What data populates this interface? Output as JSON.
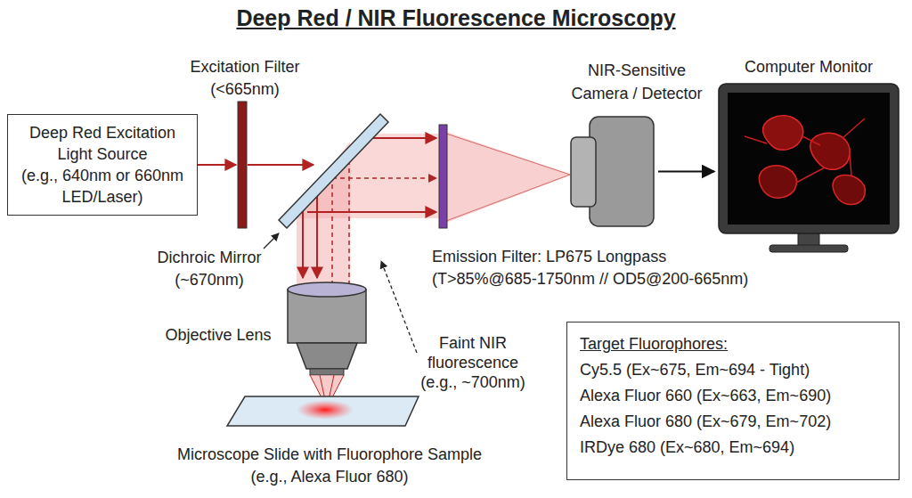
{
  "diagram": {
    "title": "Deep Red / NIR Fluorescence Microscopy",
    "nodes": [
      {
        "text": [
          "Deep Red Excitation Light Source",
          "(e.g., 640nm or 660nm LED/Laser)"
        ]
      },
      {
        "text": [
          "NIR-Sensitive Camera / Detector"
        ]
      },
      {
        "text": [
          "Computer Monitor"
        ]
      },
      {
        "text": [
          "Target Fluorophores:",
          "Cy5.5 (Ex~675, Em~694 - Tight)",
          "Alexa Fluor 660 (Ex~663, Em~690)",
          "Alexa Fluor 680 (Ex~679, Em~702)",
          "IRDye 680 (Ex~680, Em~694)"
        ]
      }
    ],
    "edges": [
      {
        "from": 1,
        "to": 2,
        "arrow": "to"
      }
    ],
    "labels": [
      "Excitation Filter",
      "(<665nm)",
      "Dichroic Mirror",
      "(~670nm)",
      "Emission Filter: LP675 Longpass",
      "(T>85%@685-1750nm // OD5@200-665nm)",
      "Objective Lens",
      "Faint NIR fluorescence (e.g., ~700nm)",
      "Microscope Slide with Fluorophore Sample",
      "(e.g., Alexa Fluor 680)"
    ]
  }
}
